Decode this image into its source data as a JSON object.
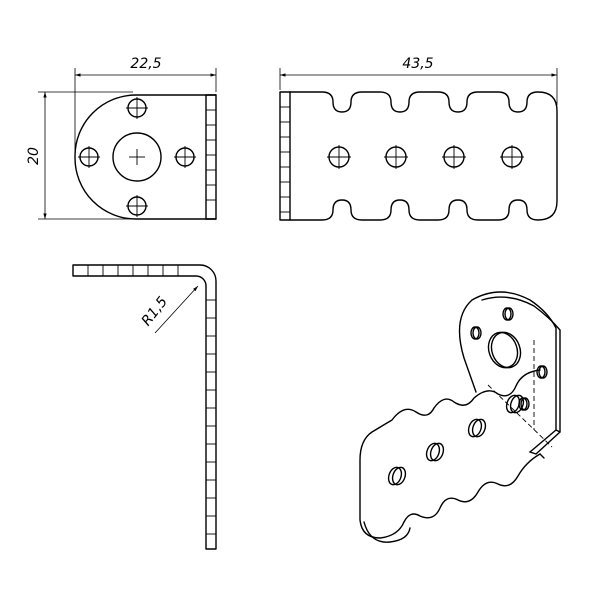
{
  "dimensions": {
    "width_top_left": "22,5",
    "width_top_right": "43,5",
    "height_left": "20",
    "radius_bend": "R1,5"
  }
}
